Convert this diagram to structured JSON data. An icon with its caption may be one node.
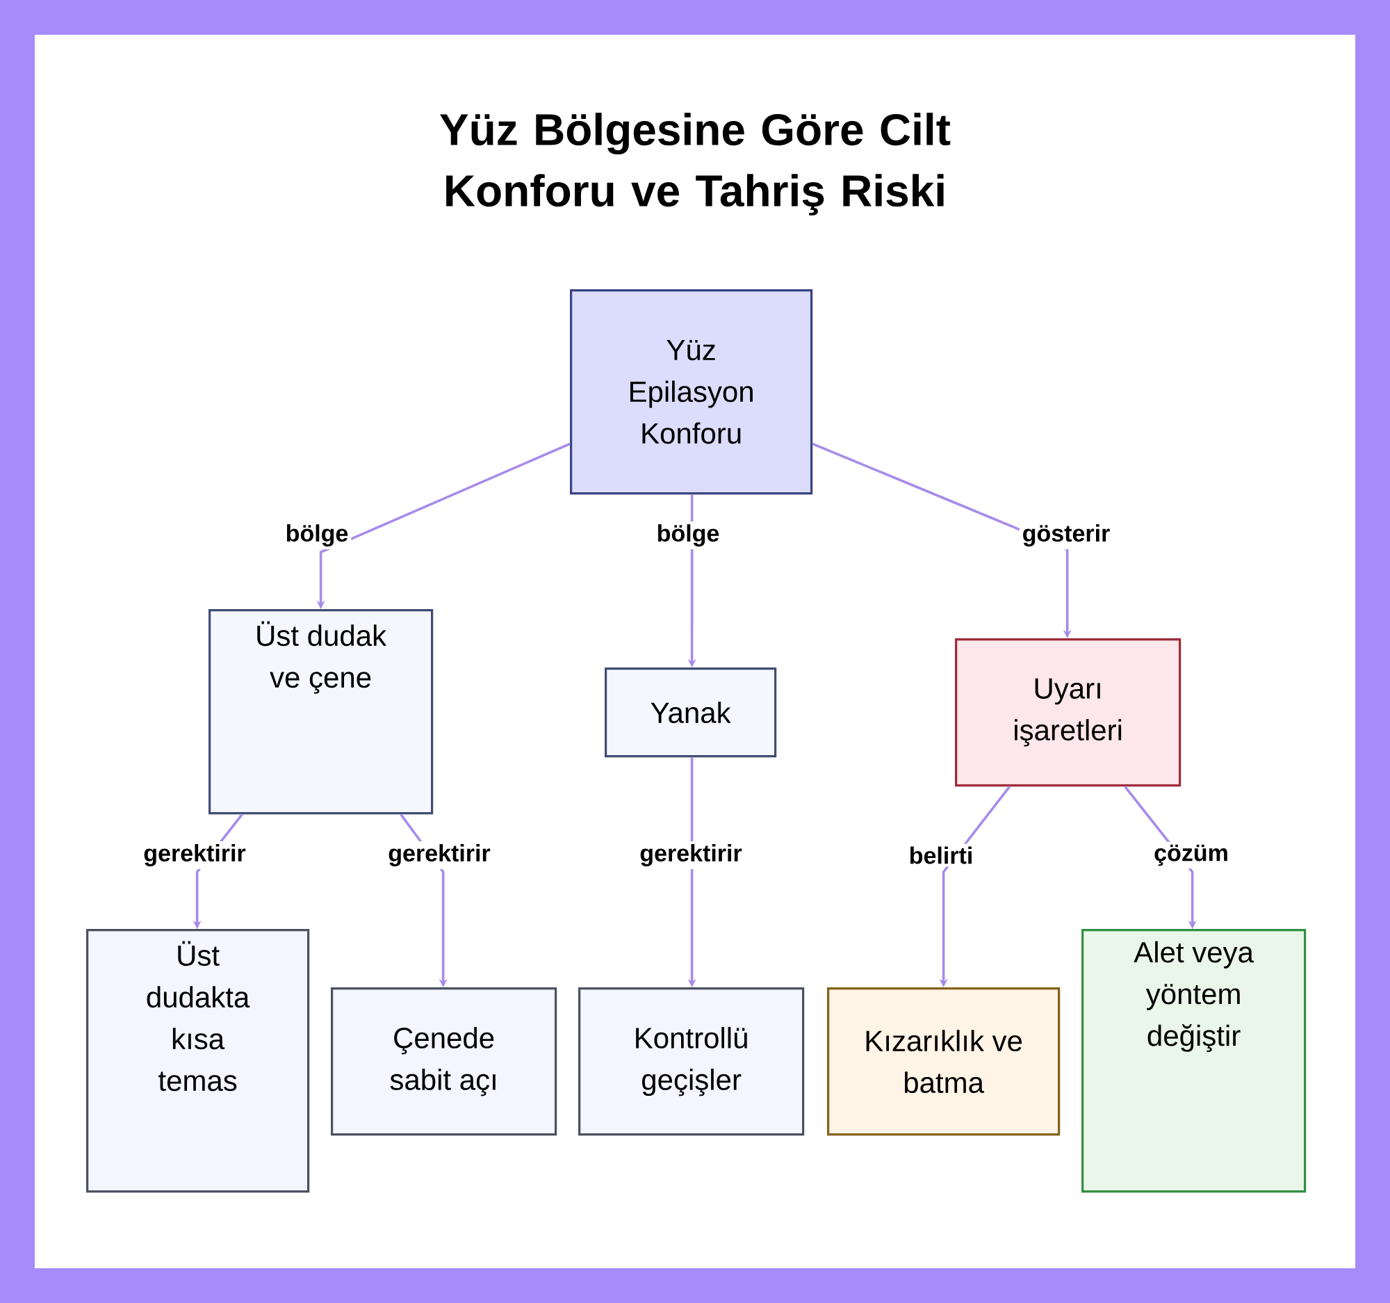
{
  "diagram": {
    "title": "Yüz Bölgesine Göre Cilt Konforu ve Tahriş Riski",
    "nodes": [
      {
        "text": [
          "Yüz Epilasyon Konforu"
        ]
      },
      {
        "text": [
          "Üst dudak ve çene"
        ]
      },
      {
        "text": [
          "Yanak"
        ]
      },
      {
        "text": [
          "Uyarı işaretleri"
        ]
      },
      {
        "text": [
          "Üst dudakta kısa temas"
        ]
      },
      {
        "text": [
          "Çenede sabit açı"
        ]
      },
      {
        "text": [
          "Kontrollü geçişler"
        ]
      },
      {
        "text": [
          "Kızarıklık ve batma"
        ]
      },
      {
        "text": [
          "Alet veya yöntem değiştir"
        ]
      }
    ],
    "edges": [
      {
        "from": 0,
        "to": 1,
        "arrow": "to",
        "label": "bölge"
      },
      {
        "from": 0,
        "to": 2,
        "arrow": "to",
        "label": "bölge"
      },
      {
        "from": 0,
        "to": 3,
        "arrow": "to",
        "label": "gösterir"
      },
      {
        "from": 1,
        "to": 4,
        "arrow": "to",
        "label": "gerektirir"
      },
      {
        "from": 1,
        "to": 5,
        "arrow": "to",
        "label": "gerektirir"
      },
      {
        "from": 2,
        "to": 6,
        "arrow": "to",
        "label": "gerektirir"
      },
      {
        "from": 3,
        "to": 7,
        "arrow": "to",
        "label": "belirti"
      },
      {
        "from": 3,
        "to": 8,
        "arrow": "to",
        "label": "çözüm"
      }
    ]
  }
}
